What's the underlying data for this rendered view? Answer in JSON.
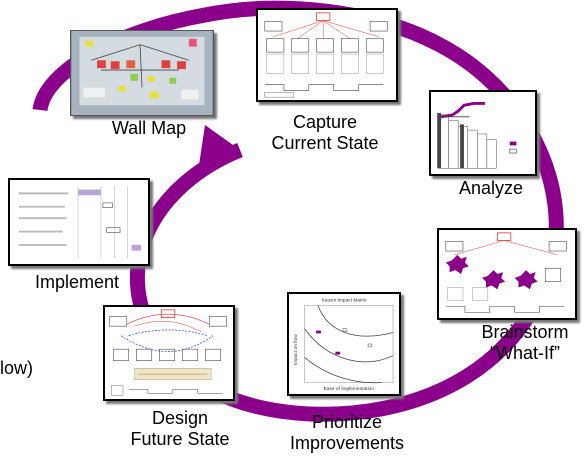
{
  "colors": {
    "cycle": "#8b008b",
    "vsm_red": "#e03030",
    "vsm_blue": "#3050d0",
    "wall_bg": "#9aa7b4"
  },
  "stages": [
    {
      "name": "wall-map",
      "lines": [
        "Wall Map"
      ]
    },
    {
      "name": "capture-current-state",
      "lines": [
        "Capture",
        "Current State"
      ]
    },
    {
      "name": "analyze",
      "lines": [
        "Analyze"
      ]
    },
    {
      "name": "brainstorm-what-if",
      "lines": [
        "Brainstorm",
        "“What-If”"
      ]
    },
    {
      "name": "prioritize-improvements",
      "lines": [
        "Prioritize",
        "Improvements"
      ]
    },
    {
      "name": "design-future-state",
      "lines": [
        "Design",
        "Future State"
      ]
    },
    {
      "name": "implement",
      "lines": [
        "Implement"
      ]
    }
  ],
  "cutoff_text": "low)",
  "matrix": {
    "title": "Kaizen Impact Matrix",
    "ylabel": "Impact on flow",
    "xlabel": "Ease of Implementation"
  }
}
